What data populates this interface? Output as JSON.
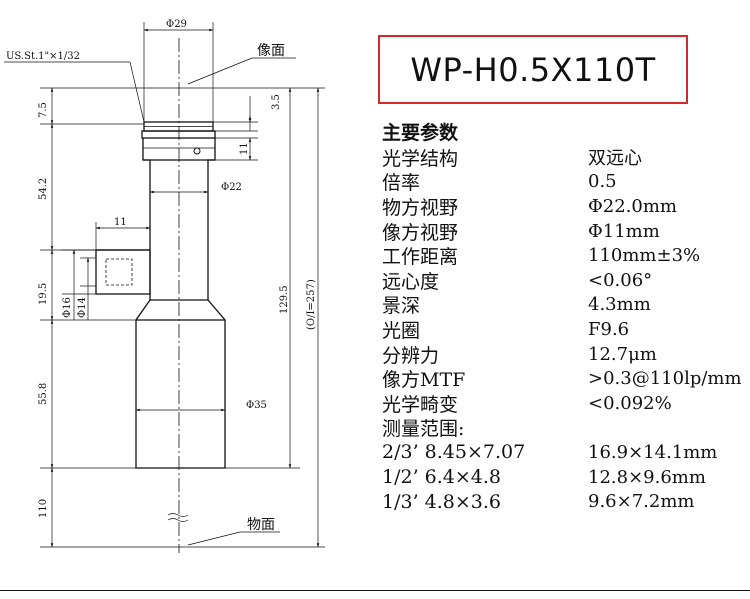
{
  "model": "WP-H0.5X110T",
  "drawing": {
    "thread_spec": "US.St.1\"×1/32",
    "image_plane_label": "像面",
    "object_plane_label": "物面",
    "dims": {
      "top_diameter": "Φ29",
      "d7_5": "7.5",
      "d3_5": "3.5",
      "d11_vertical": "11",
      "d22": "Φ22",
      "d54_2": "54.2",
      "d11_horizontal": "11",
      "d19_5": "19.5",
      "d16": "Φ16",
      "d14": "Φ14",
      "d129_5": "129.5",
      "total_length": "(O/I=257)",
      "d55_8": "55.8",
      "d35": "Φ35",
      "d110": "110"
    }
  },
  "spec_heading": "主要参数",
  "specs": [
    {
      "key": "光学结构",
      "value": "双远心"
    },
    {
      "key": "倍率",
      "value": "0.5"
    },
    {
      "key": "物方视野",
      "value": "Φ22.0mm"
    },
    {
      "key": "像方视野",
      "value": "Φ11mm"
    },
    {
      "key": "工作距离",
      "value": "110mm±3%"
    },
    {
      "key": "远心度",
      "value": "<0.06°"
    },
    {
      "key": "景深",
      "value": "4.3mm"
    },
    {
      "key": "光圈",
      "value": "F9.6"
    },
    {
      "key": "分辨力",
      "value": "12.7μm"
    },
    {
      "key": "像方MTF",
      "value": ">0.3@110lp/mm"
    },
    {
      "key": "光学畸变",
      "value": "<0.092%"
    },
    {
      "key": "测量范围:",
      "value": ""
    },
    {
      "key": "2/3’ 8.45×7.07",
      "value": "16.9×14.1mm"
    },
    {
      "key": "1/2’ 6.4×4.8",
      "value": "12.8×9.6mm"
    },
    {
      "key": "1/3’ 4.8×3.6",
      "value": "9.6×7.2mm"
    }
  ]
}
